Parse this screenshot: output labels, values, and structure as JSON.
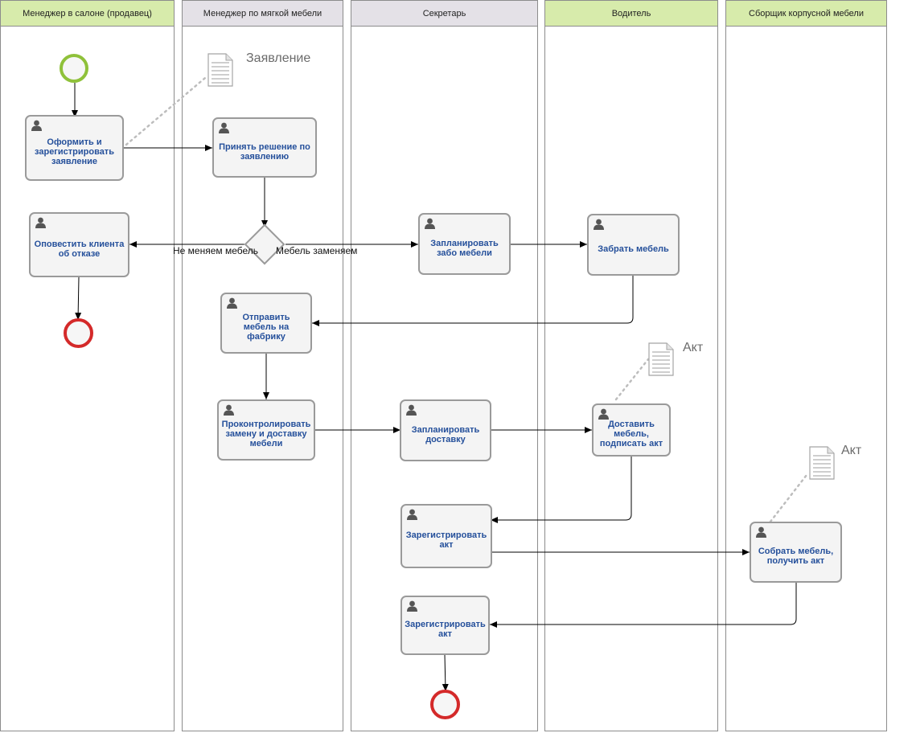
{
  "lanes": [
    "Менеджер в салоне (продавец)",
    "Менеджер по мягкой мебели",
    "Секретарь",
    "Водитель",
    "Сборщик корпусной мебели"
  ],
  "tasks": {
    "register_application": "Оформить и зарегистрировать заявление",
    "decide_application": "Принять решение по заявлению",
    "notify_client": "Оповестить клиента об отказе",
    "plan_pickup": "Запланировать забо мебели",
    "pick_furniture": "Забрать мебель",
    "send_to_factory": "Отправить мебель на фабрику",
    "control_replacement": "Проконтролировать замену и доставку мебели",
    "plan_delivery": "Запланировать доставку",
    "deliver_sign": "Доставить мебель, подписать акт",
    "register_act_1": "Зарегистрировать акт",
    "assemble_act": "Собрать мебель, получить акт",
    "register_act_2": "Зарегистрировать акт"
  },
  "flow_labels": {
    "no_change": "Не меняем мебель",
    "change": "Мебель заменяем"
  },
  "documents": {
    "application": "Заявление",
    "act_1": "Акт",
    "act_2": "Акт"
  },
  "colors": {
    "lane_header_green": "#d7ebab",
    "lane_header_grey": "#e4e1e7",
    "task_text": "#25509b",
    "start_event": "#8fc13a",
    "end_event": "#d42a2a"
  },
  "icons": [
    "user-icon",
    "document-icon",
    "start-event-icon",
    "end-event-icon",
    "gateway-icon"
  ]
}
